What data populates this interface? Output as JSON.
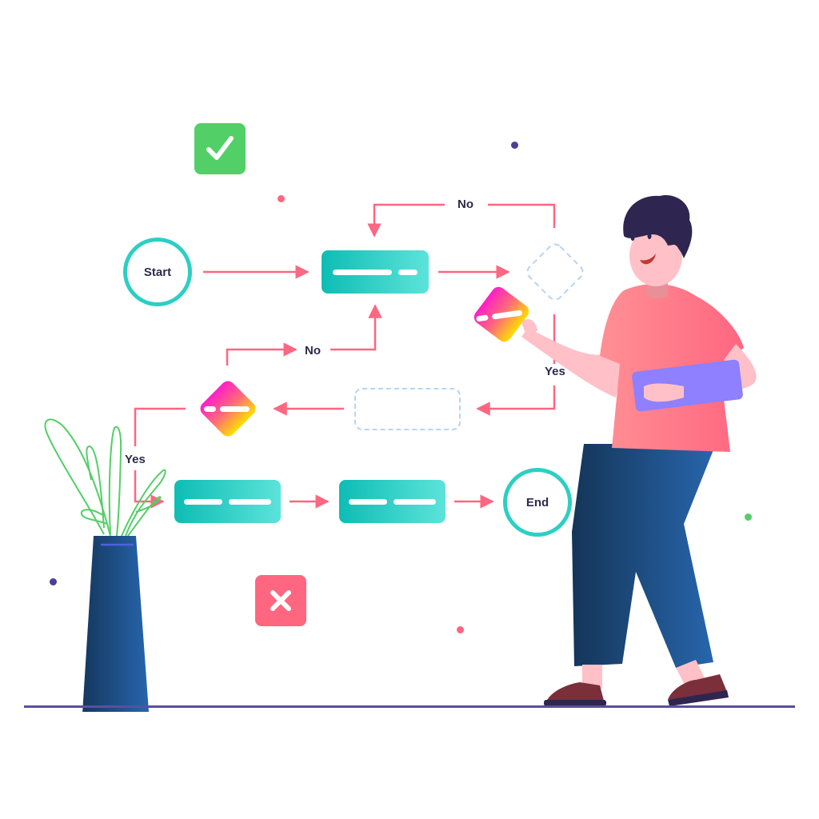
{
  "diagram": {
    "title": "Flowchart illustration",
    "nodes": {
      "start": {
        "label": "Start",
        "shape": "circle",
        "color": "#2ccfc4"
      },
      "process_1": {
        "label": "",
        "shape": "process-box",
        "color": "#1ec8be"
      },
      "decision_1": {
        "label": "",
        "shape": "decision-diamond-outline-dashed",
        "color": "#b9d3f5"
      },
      "decision_held": {
        "label": "",
        "shape": "decision-diamond-gradient",
        "colors": [
          "#ff1ec8",
          "#ffde00"
        ]
      },
      "placeholder_box": {
        "label": "",
        "shape": "process-box-outline-dashed",
        "color": "#b9d3f5"
      },
      "decision_2": {
        "label": "",
        "shape": "decision-diamond-gradient",
        "colors": [
          "#ff1ec8",
          "#ffde00"
        ]
      },
      "process_2": {
        "label": "",
        "shape": "process-box",
        "color": "#1ec8be"
      },
      "process_3": {
        "label": "",
        "shape": "process-box",
        "color": "#1ec8be"
      },
      "end": {
        "label": "End",
        "shape": "circle",
        "color": "#2ccfc4"
      }
    },
    "edges": [
      {
        "from": "start",
        "to": "process_1",
        "label": ""
      },
      {
        "from": "process_1",
        "to": "decision_1",
        "label": ""
      },
      {
        "from": "decision_1",
        "to": "process_1",
        "label": "No"
      },
      {
        "from": "decision_1",
        "to": "placeholder_box",
        "label": "Yes"
      },
      {
        "from": "placeholder_box",
        "to": "decision_2",
        "label": ""
      },
      {
        "from": "decision_2",
        "to": "process_1",
        "label": "No"
      },
      {
        "from": "decision_2",
        "to": "process_2",
        "label": "Yes"
      },
      {
        "from": "process_2",
        "to": "process_3",
        "label": ""
      },
      {
        "from": "process_3",
        "to": "end",
        "label": ""
      }
    ],
    "edge_labels": {
      "top_no": "No",
      "mid_no": "No",
      "right_yes": "Yes",
      "left_yes": "Yes"
    },
    "arrow_color": "#ff6680"
  },
  "icons": {
    "check": {
      "name": "check-icon",
      "color": "#52cf66"
    },
    "cross": {
      "name": "cross-icon",
      "color": "#ff6680"
    }
  },
  "decorations": {
    "dots": [
      {
        "color": "#4b3f96"
      },
      {
        "color": "#ff6680"
      },
      {
        "color": "#52cf66"
      },
      {
        "color": "#4b3f96"
      },
      {
        "color": "#ff6680"
      }
    ],
    "floor_color": "#5a4f9e"
  },
  "character": {
    "description": "Person holding a decision diamond and a laptop",
    "shirt_color": "#ff7b86",
    "pants_color": "#1d4f86",
    "hair_color": "#2e2650",
    "laptop_color": "#8e80ff",
    "shoe_color": "#7a2f3a"
  },
  "plant": {
    "vase_color": "#1d4f86",
    "leaf_color": "#52cf66"
  }
}
